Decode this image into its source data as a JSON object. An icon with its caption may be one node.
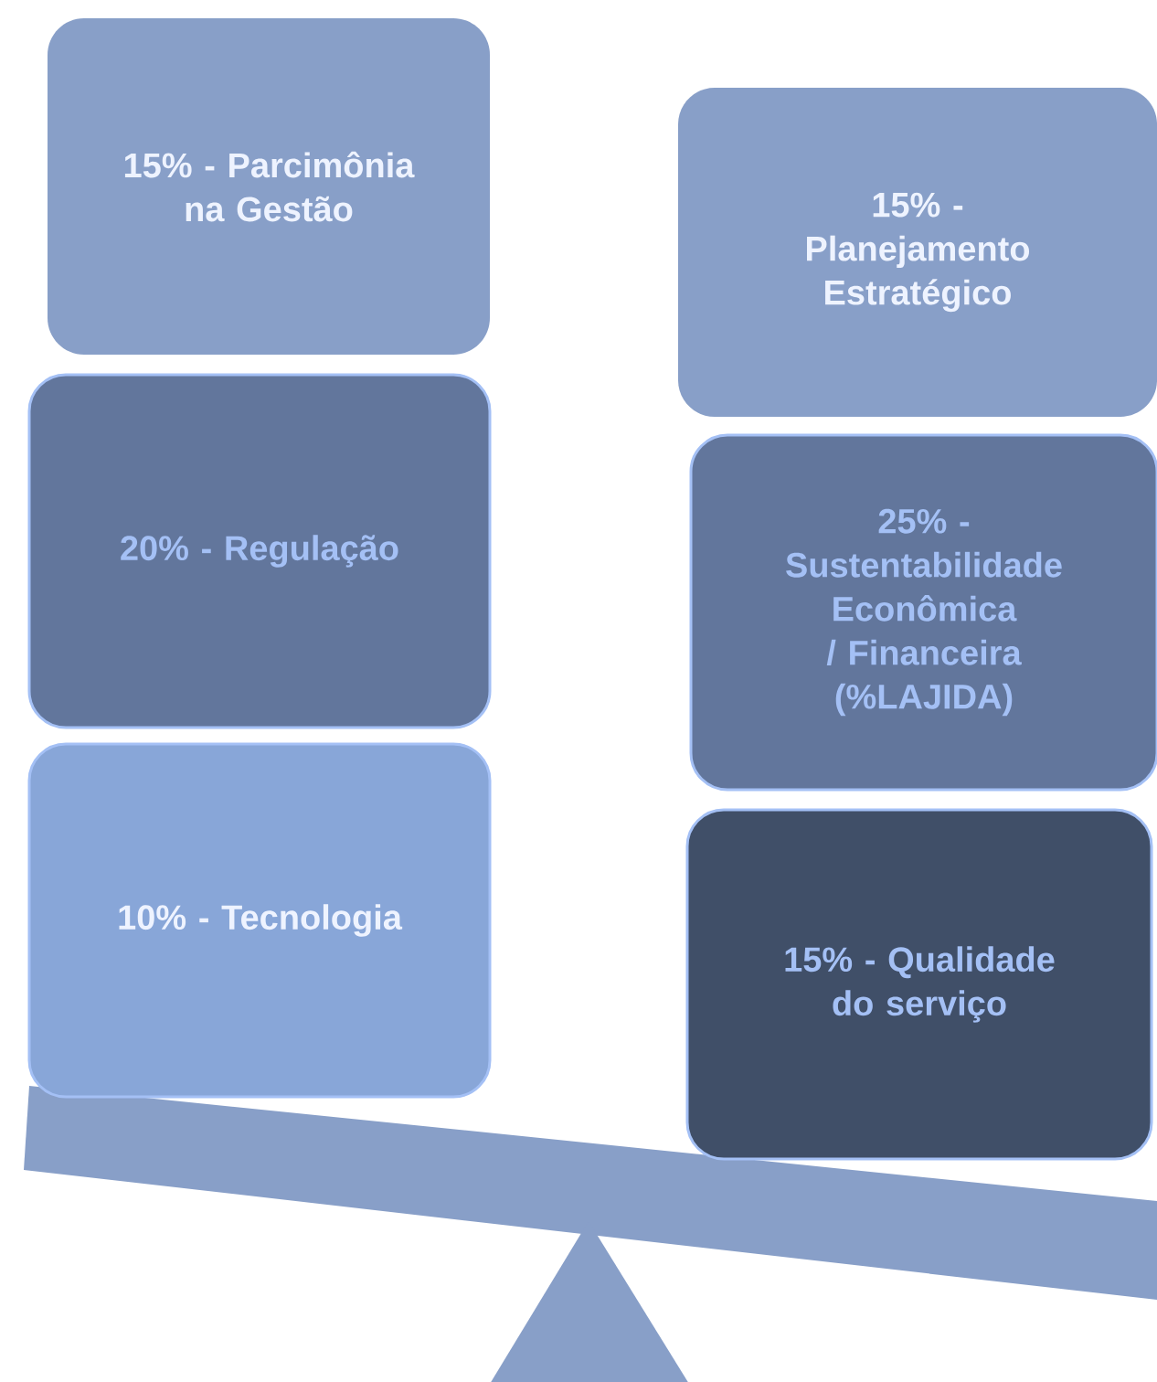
{
  "diagram": {
    "nodes": [
      {
        "text": [
          "15% - Parcimônia na Gestão"
        ]
      },
      {
        "text": [
          "20% - Regulação"
        ]
      },
      {
        "text": [
          "10% - Tecnologia"
        ]
      },
      {
        "text": [
          "15% - Planejamento Estratégico"
        ]
      },
      {
        "text": [
          "25% - Sustentabilidade Econômica / Financeira (%LAJIDA)"
        ]
      },
      {
        "text": [
          "15% - Qualidade do serviço"
        ]
      }
    ]
  }
}
